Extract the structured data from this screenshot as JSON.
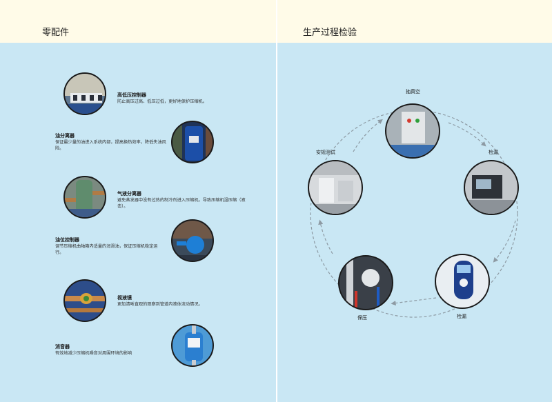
{
  "left_page": {
    "header_title": "零配件",
    "items": [
      {
        "title": "高低压控制器",
        "desc": "防止高压过高、低压过低，更好地保护压缩机。"
      },
      {
        "title": "油分离器",
        "desc": "保证最少量的油进入系统内部，提高换热效率，降低失油风险。"
      },
      {
        "title": "气液分离器",
        "desc": "避免蒸发器中没有过热的制冷剂进入压缩机，导致压缩机湿压缩（液击）。"
      },
      {
        "title": "油位控制器",
        "desc": "调节压缩机曲轴箱内适量的润滑油，保证压缩机稳定运行。"
      },
      {
        "title": "视液镜",
        "desc": "更加清晰直观的观察到管道内液体流动情况。"
      },
      {
        "title": "消音器",
        "desc": "有效地减少压缩机噪音对周围环境的影响"
      }
    ]
  },
  "right_page": {
    "header_title": "生产过程检验",
    "steps": [
      {
        "label": "抽真空"
      },
      {
        "label": "检漏"
      },
      {
        "label": "检漏"
      },
      {
        "label": "保压"
      },
      {
        "label": "安规测试"
      }
    ]
  },
  "colors": {
    "header_bg": "#fffbe8",
    "panel_bg": "#c9e7f4",
    "arrow": "#8d9aa3"
  }
}
